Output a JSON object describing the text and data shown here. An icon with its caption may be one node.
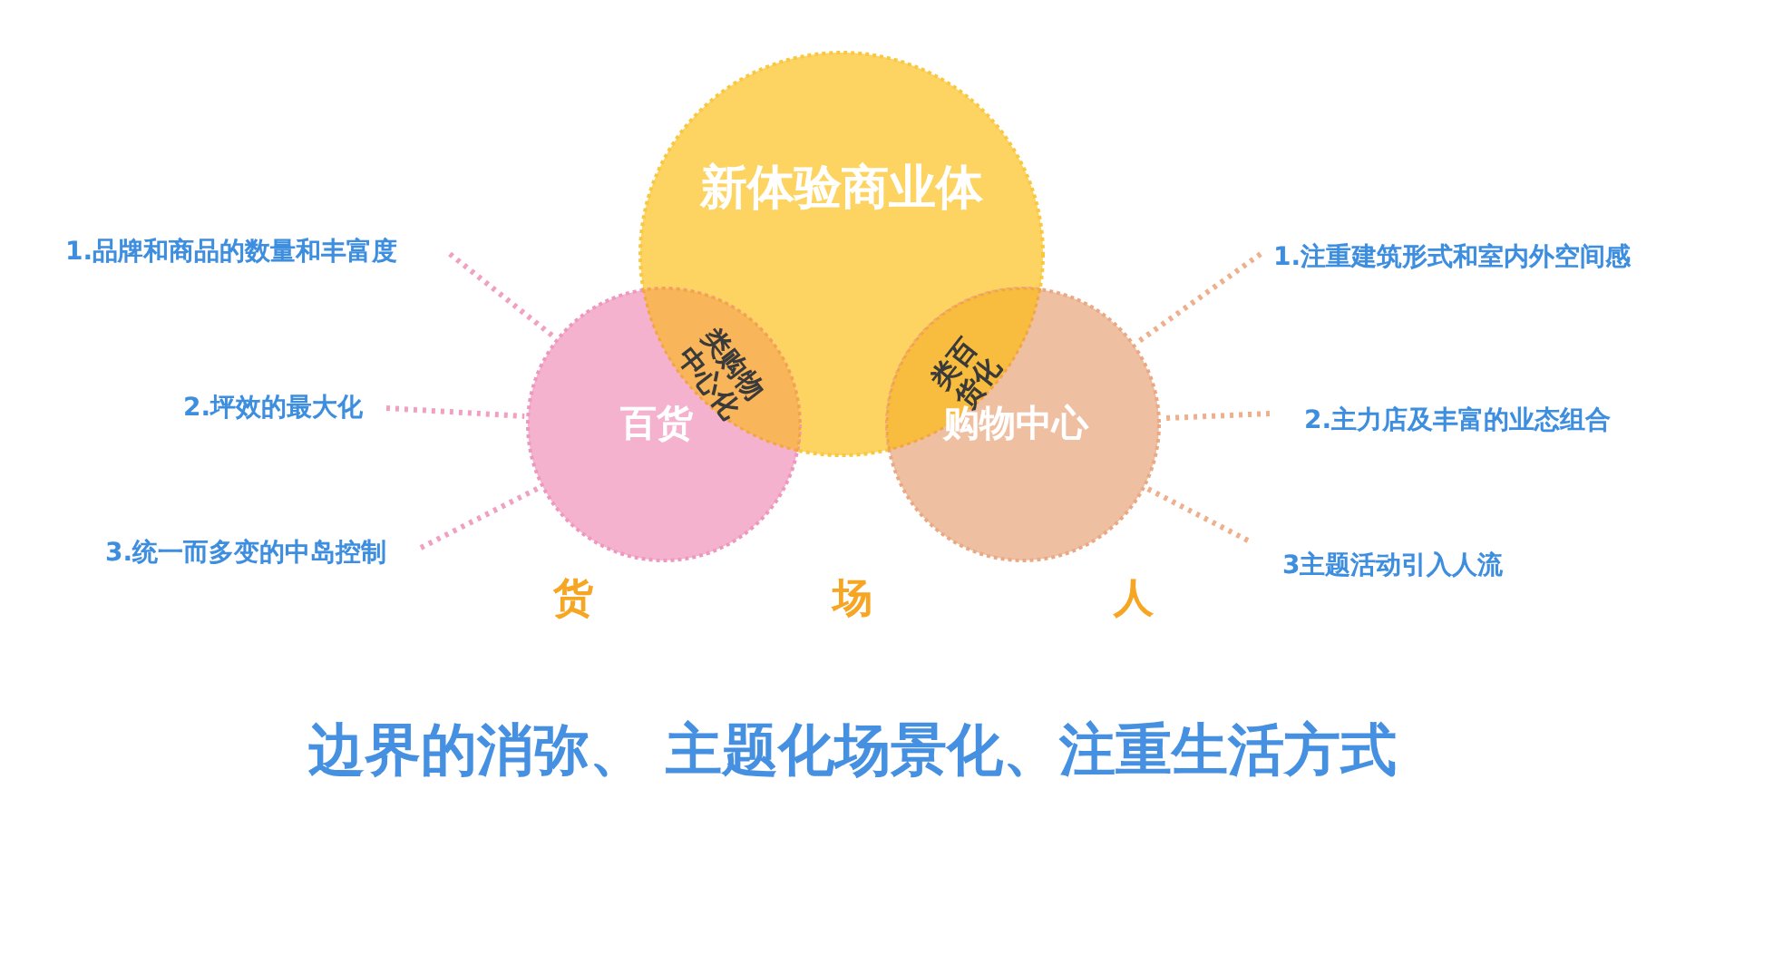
{
  "diagram": {
    "nodes": [
      {
        "text": [
          "新体验商业体"
        ]
      },
      {
        "text": [
          "百货"
        ]
      },
      {
        "text": [
          "购物中心"
        ]
      },
      {
        "text": [
          "类购物中心化"
        ]
      },
      {
        "text": [
          "类百货化"
        ]
      },
      {
        "text": [
          "1.品牌和商品的数量和丰富度"
        ]
      },
      {
        "text": [
          "2.坪效的最大化"
        ]
      },
      {
        "text": [
          "3.统一而多变的中岛控制"
        ]
      },
      {
        "text": [
          "1.注重建筑形式和室内外空间感"
        ]
      },
      {
        "text": [
          "2.主力店及丰富的业态组合"
        ]
      },
      {
        "text": [
          "3主题活动引入人流"
        ]
      }
    ],
    "edges": [
      {
        "from": 5,
        "to": 1,
        "arrow": "none",
        "style": "dashed",
        "color": "#f0a0c0"
      },
      {
        "from": 6,
        "to": 1,
        "arrow": "none",
        "style": "dashed",
        "color": "#f0a0c0"
      },
      {
        "from": 7,
        "to": 1,
        "arrow": "none",
        "style": "dashed",
        "color": "#f0a0c0"
      },
      {
        "from": 8,
        "to": 2,
        "arrow": "none",
        "style": "dashed",
        "color": "#eeb08c"
      },
      {
        "from": 9,
        "to": 2,
        "arrow": "none",
        "style": "dashed",
        "color": "#eeb08c"
      },
      {
        "from": 10,
        "to": 2,
        "arrow": "none",
        "style": "dashed",
        "color": "#eeb08c"
      }
    ],
    "labels": [
      "货",
      "场",
      "人",
      "边界的消弥、 主题化场景化、注重生活方式"
    ]
  }
}
